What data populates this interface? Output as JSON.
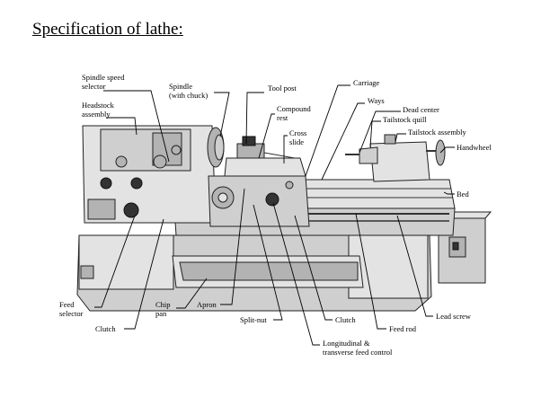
{
  "title": "Specification of lathe:",
  "labels": {
    "spindle_speed_selector": [
      "Spindle speed",
      "selector"
    ],
    "headstock_assembly": [
      "Headstock",
      "assembly"
    ],
    "spindle_with_chuck": [
      "Spindle",
      "(with chuck)"
    ],
    "tool_post": [
      "Tool post"
    ],
    "compound_rest": [
      "Compound",
      "rest"
    ],
    "cross_slide": [
      "Cross",
      "slide"
    ],
    "carriage": [
      "Carriage"
    ],
    "ways": [
      "Ways"
    ],
    "dead_center": [
      "Dead center"
    ],
    "tailstock_quill": [
      "Tailstock quill"
    ],
    "tailstock_assembly": [
      "Tailstock assembly"
    ],
    "handwheel": [
      "Handwheel"
    ],
    "bed": [
      "Bed"
    ],
    "feed_selector": [
      "Feed",
      "selector"
    ],
    "clutch_left": [
      "Clutch"
    ],
    "chip_pan": [
      "Chip",
      "pan"
    ],
    "apron": [
      "Apron"
    ],
    "split_nut": [
      "Split-nut"
    ],
    "clutch_right": [
      "Clutch"
    ],
    "longitudinal_transverse_feed_control": [
      "Longitudinal &",
      "transverse feed control"
    ],
    "feed_rod": [
      "Feed rod"
    ],
    "lead_screw": [
      "Lead screw"
    ]
  }
}
